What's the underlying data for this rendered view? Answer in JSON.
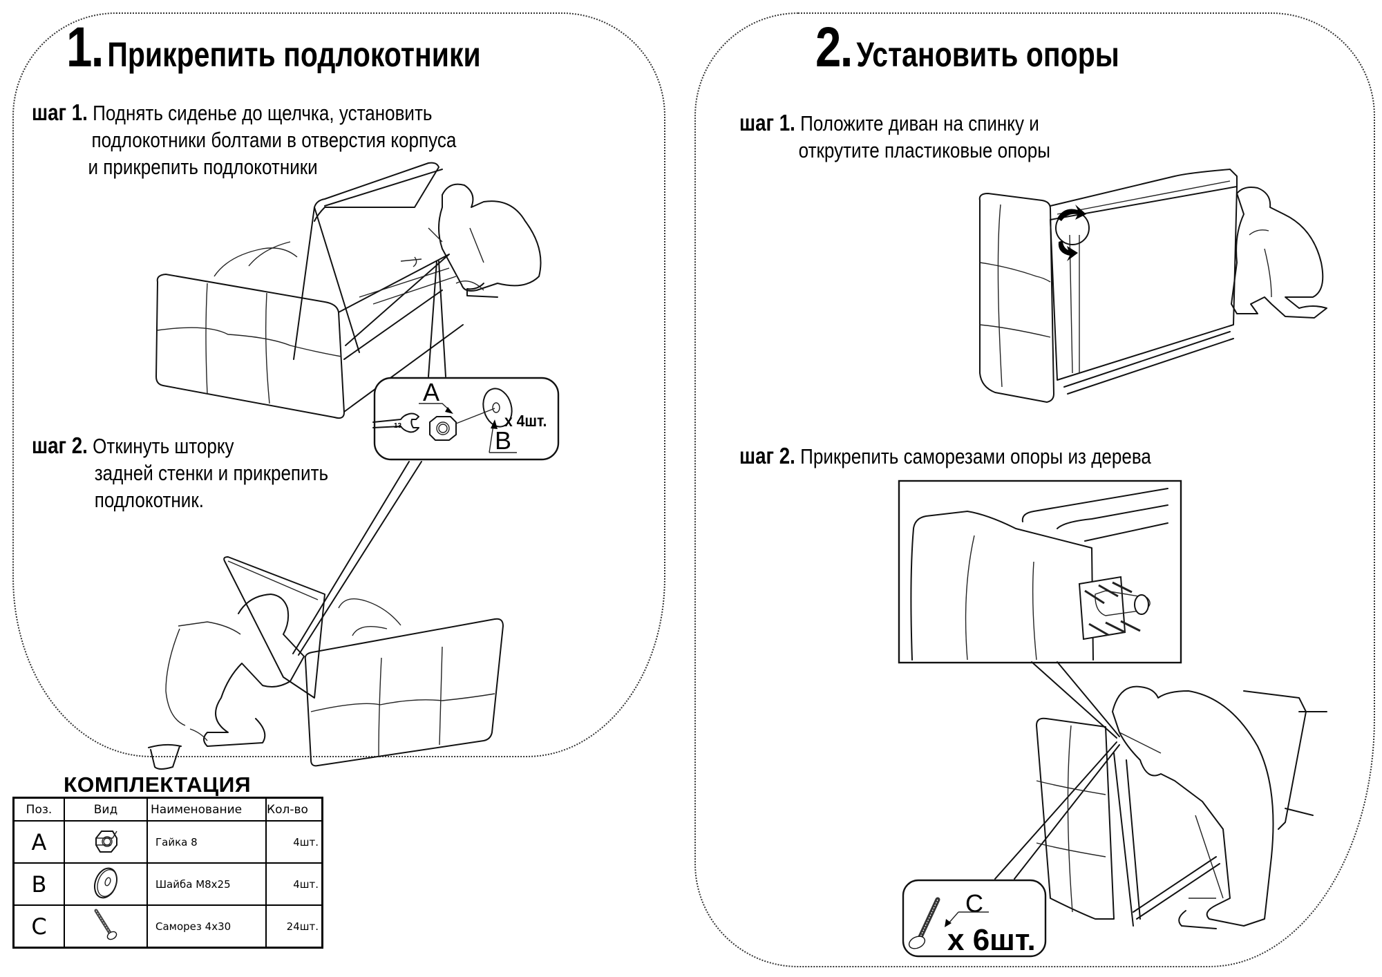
{
  "section1": {
    "number": "1.",
    "title": "Прикрепить подлокотники",
    "step1": {
      "label": "шаг 1.",
      "lines": [
        "Поднять сиденье до щелчка, установить",
        "подлокотники болтами в отверстия корпуса",
        "и прикрепить подлокотники"
      ]
    },
    "step2": {
      "label": "шаг 2.",
      "lines": [
        "Откинуть шторку",
        "задней стенки и прикрепить",
        "подлокотник."
      ]
    },
    "callout": {
      "part_a": "A",
      "part_b": "B",
      "quantity": "х 4шт.",
      "wrench_size": "13"
    }
  },
  "section2": {
    "number": "2.",
    "title": "Установить опоры",
    "step1": {
      "label": "шаг 1.",
      "lines": [
        "Положите диван на спинку и",
        "открутите пластиковые опоры"
      ]
    },
    "step2": {
      "label": "шаг 2.",
      "lines": [
        "Прикрепить саморезами опоры из дерева"
      ]
    },
    "callout": {
      "part_c": "C",
      "quantity": "х 6шт."
    }
  },
  "kit": {
    "title": "КОМПЛЕКТАЦИЯ",
    "headers": [
      "Поз.",
      "Вид",
      "Наименование",
      "Кол-во"
    ],
    "rows": [
      {
        "pos": "A",
        "icon": "hex-nut-icon",
        "name": "Гайка 8",
        "qty": "4шт."
      },
      {
        "pos": "B",
        "icon": "washer-icon",
        "name": "Шайба М8х25",
        "qty": "4шт."
      },
      {
        "pos": "C",
        "icon": "screw-icon",
        "name": "Саморез 4х30",
        "qty": "24шт."
      }
    ]
  }
}
